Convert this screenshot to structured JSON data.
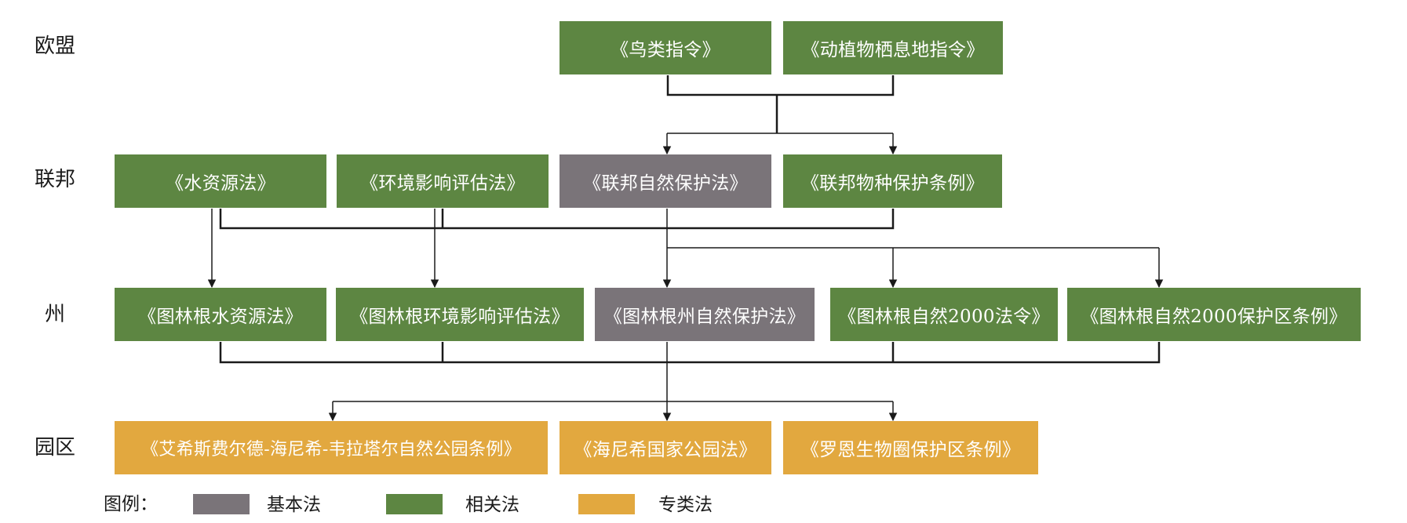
{
  "colors": {
    "basic": "#7a7479",
    "related": "#5d8642",
    "special": "#e2a83f",
    "line": "#1a1a1a"
  },
  "levels": {
    "eu": "欧盟",
    "federal": "联邦",
    "state": "州",
    "park": "园区"
  },
  "boxes": {
    "birds": {
      "label": "《鸟类指令》",
      "category": "related"
    },
    "habitats": {
      "label": "《动植物栖息地指令》",
      "category": "related"
    },
    "water_fed": {
      "label": "《水资源法》",
      "category": "related"
    },
    "eia_fed": {
      "label": "《环境影响评估法》",
      "category": "related"
    },
    "nature_fed": {
      "label": "《联邦自然保护法》",
      "category": "basic"
    },
    "species_fed": {
      "label": "《联邦物种保护条例》",
      "category": "related"
    },
    "water_th": {
      "label": "《图林根水资源法》",
      "category": "related"
    },
    "eia_th": {
      "label": "《图林根环境影响评估法》",
      "category": "related"
    },
    "nature_th": {
      "label": "《图林根州自然保护法》",
      "category": "basic"
    },
    "n2000_th": {
      "label": "《图林根自然2000法令》",
      "category": "related"
    },
    "n2000_area_th": {
      "label": "《图林根自然2000保护区条例》",
      "category": "related"
    },
    "park_ehw": {
      "label": "《艾希斯费尔德-海尼希-韦拉塔尔自然公园条例》",
      "category": "special"
    },
    "park_hainich": {
      "label": "《海尼希国家公园法》",
      "category": "special"
    },
    "park_rhoen": {
      "label": "《罗恩生物圈保护区条例》",
      "category": "special"
    }
  },
  "legend": {
    "title": "图例：",
    "basic": "基本法",
    "related": "相关法",
    "special": "专类法"
  }
}
